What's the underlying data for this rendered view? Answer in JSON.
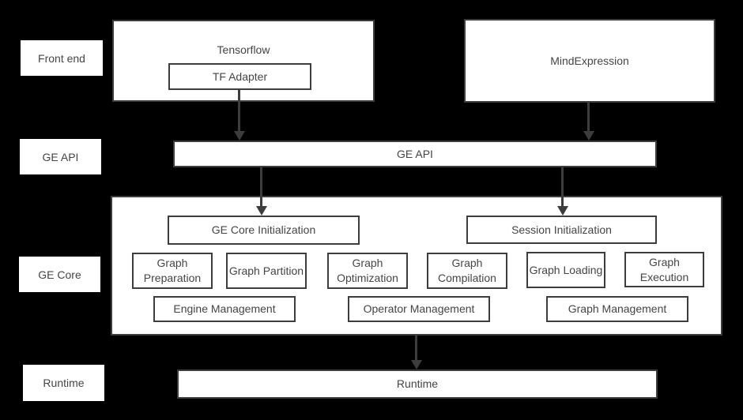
{
  "colors": {
    "background": "#000000",
    "box_fill": "#ffffff",
    "box_border": "#3d3d3d",
    "text": "#454545",
    "arrow": "#3d3d3d"
  },
  "layer_labels": {
    "front_end": "Front end",
    "ge_api": "GE API",
    "ge_core": "GE Core",
    "runtime": "Runtime"
  },
  "front_end": {
    "tensorflow_title": "Tensorflow",
    "tf_adapter": "TF Adapter",
    "mind_expression": "MindExpression"
  },
  "ge_api": {
    "title": "GE API"
  },
  "ge_core": {
    "ge_core_initialization": "GE Core Initialization",
    "session_initialization": "Session Initialization",
    "modules": [
      "Graph Preparation",
      "Graph Partition",
      "Graph Optimization",
      "Graph Compilation",
      "Graph Loading",
      "Graph Execution"
    ],
    "management": [
      "Engine Management",
      "Operator Management",
      "Graph Management"
    ]
  },
  "runtime": {
    "title": "Runtime"
  }
}
